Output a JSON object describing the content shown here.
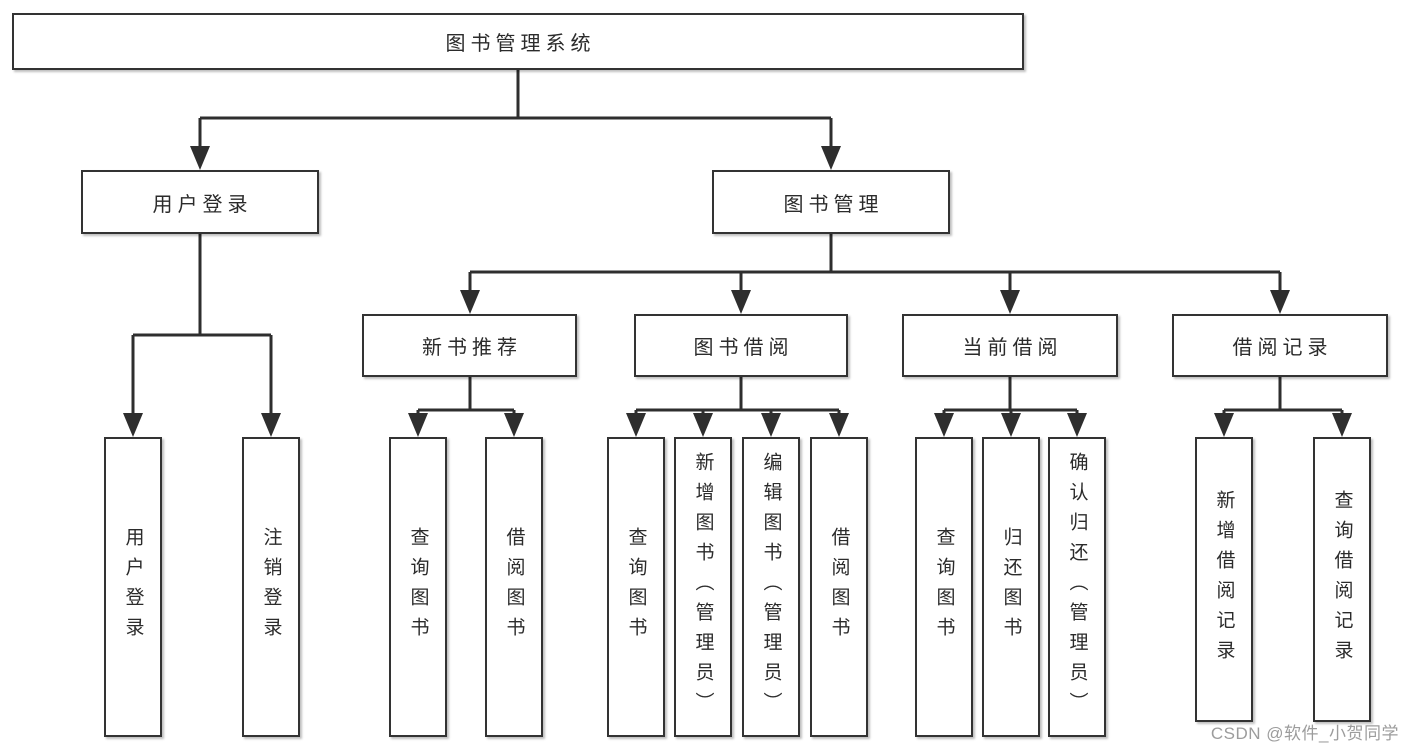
{
  "tree": {
    "label": "图书管理系统",
    "children": [
      {
        "label": "用户登录",
        "children": [
          {
            "label": "用户登录"
          },
          {
            "label": "注销登录"
          }
        ]
      },
      {
        "label": "图书管理",
        "children": [
          {
            "label": "新书推荐",
            "children": [
              {
                "label": "查询图书"
              },
              {
                "label": "借阅图书"
              }
            ]
          },
          {
            "label": "图书借阅",
            "children": [
              {
                "label": "查询图书"
              },
              {
                "label": "新增图书（管理员）"
              },
              {
                "label": "编辑图书（管理员）"
              },
              {
                "label": "借阅图书"
              }
            ]
          },
          {
            "label": "当前借阅",
            "children": [
              {
                "label": "查询图书"
              },
              {
                "label": "归还图书"
              },
              {
                "label": "确认归还（管理员）"
              }
            ]
          },
          {
            "label": "借阅记录",
            "children": [
              {
                "label": "新增借阅记录"
              },
              {
                "label": "查询借阅记录"
              }
            ]
          }
        ]
      }
    ]
  },
  "watermark": {
    "text": "CSDN @软件_小贺同学"
  },
  "colors": {
    "line": "#2e2e2e",
    "box_border": "#333333",
    "text": "#2b2b2b",
    "watermark_text": "#9c9c9c",
    "background": "#ffffff"
  }
}
